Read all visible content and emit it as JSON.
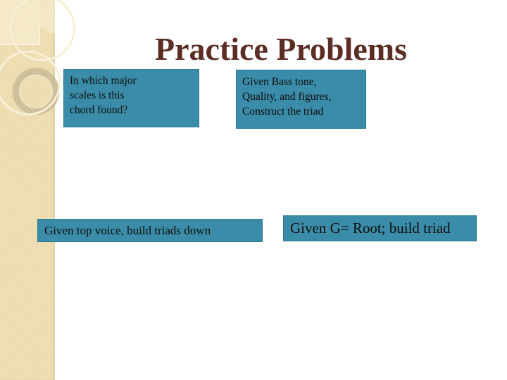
{
  "slide": {
    "title": "Practice Problems",
    "boxes": [
      {
        "name": "chord-scales-question",
        "lines": [
          "In which major",
          "scales is this",
          "chord found?"
        ]
      },
      {
        "name": "bass-tone-task",
        "lines": [
          "Given Bass tone,",
          "Quality, and figures,",
          "Construct the triad"
        ]
      },
      {
        "name": "top-voice-task",
        "lines": [
          "Given top voice, build triads down"
        ]
      },
      {
        "name": "g-root-task",
        "lines": [
          "Given G= Root; build triad"
        ]
      }
    ],
    "colors": {
      "box_teal": "#3A8CA8",
      "title_maroon": "#5B2D23",
      "sidebar_tan": "#EAD6A2",
      "decoration_cream": "#F7F0D6",
      "decoration_ring": "#CEC09B",
      "background": "#FFFFFF"
    }
  }
}
